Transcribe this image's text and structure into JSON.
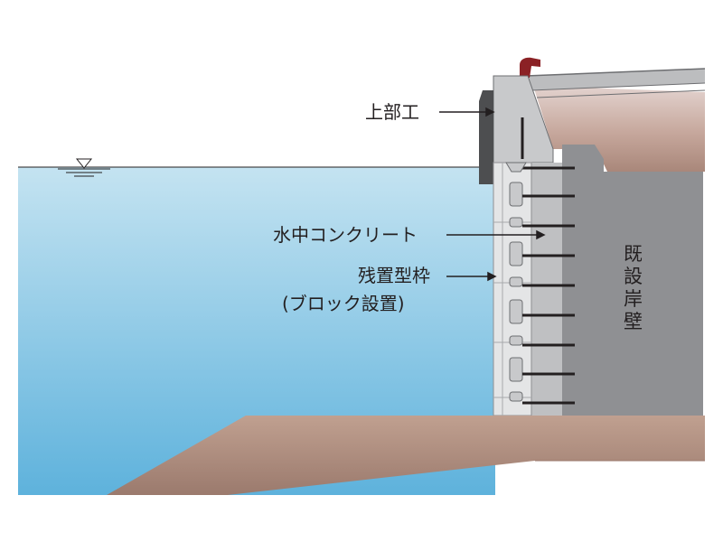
{
  "labels": {
    "superstructure": "上部工",
    "underwater_concrete": "水中コンクリート",
    "formwork_line1": "残置型枠",
    "formwork_line2": "(ブロック設置)",
    "existing_wall": [
      "既",
      "設",
      "岸",
      "壁"
    ]
  },
  "colors": {
    "water_top": "#c4e3f1",
    "water_bottom": "#5eb2dc",
    "seabed": "#b08a7a",
    "existing_wall": "#8f9093",
    "formwork": "#e4e5e6",
    "superstructure_dark": "#4d4e50",
    "superstructure_light": "#c8c9cb",
    "anchor_bars": "#231f20",
    "bollard": "#8b2125"
  }
}
